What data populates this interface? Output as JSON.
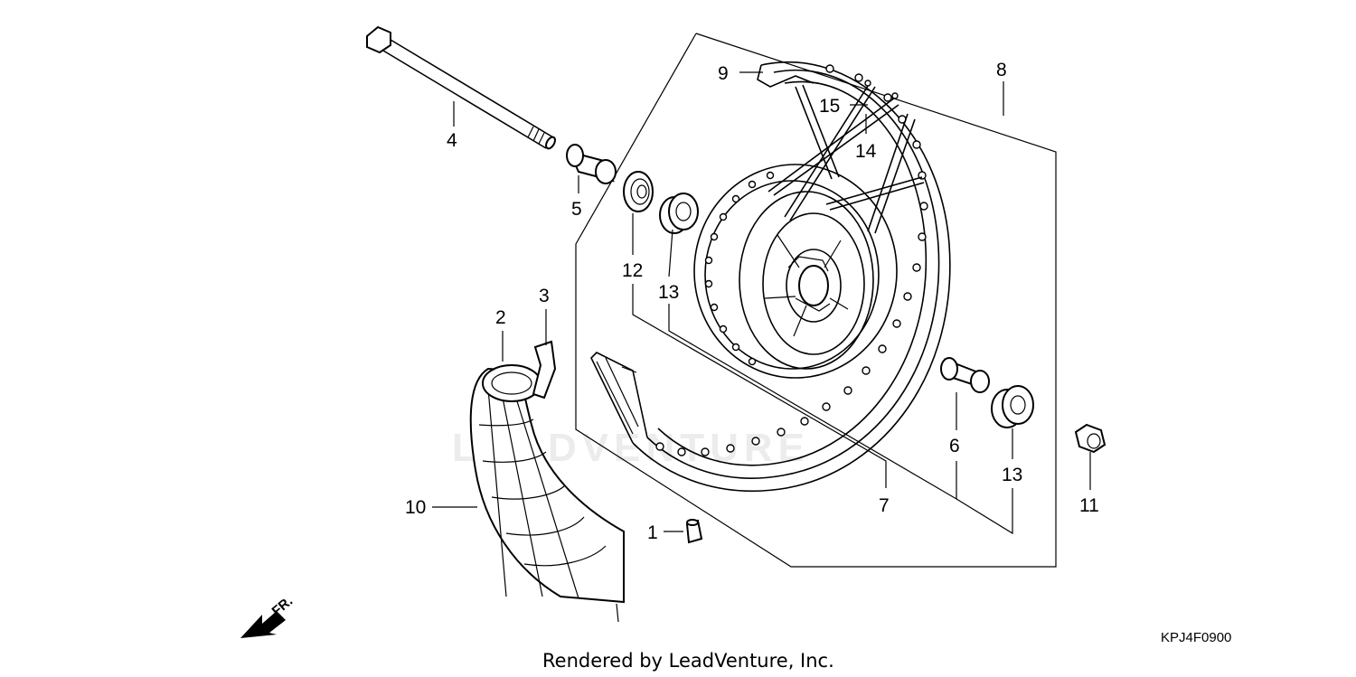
{
  "diagram": {
    "callouts": {
      "p1": "1",
      "p2": "2",
      "p3": "3",
      "p4": "4",
      "p5": "5",
      "p6": "6",
      "p7": "7",
      "p8": "8",
      "p9": "9",
      "p10": "10",
      "p11": "11",
      "p12": "12",
      "p13a": "13",
      "p13b": "13",
      "p14": "14",
      "p15": "15"
    },
    "diagram_code": "KPJ4F0900",
    "front_marker": "FR.",
    "footer": "Rendered by LeadVenture, Inc.",
    "watermark": "LEADVENTURE"
  }
}
